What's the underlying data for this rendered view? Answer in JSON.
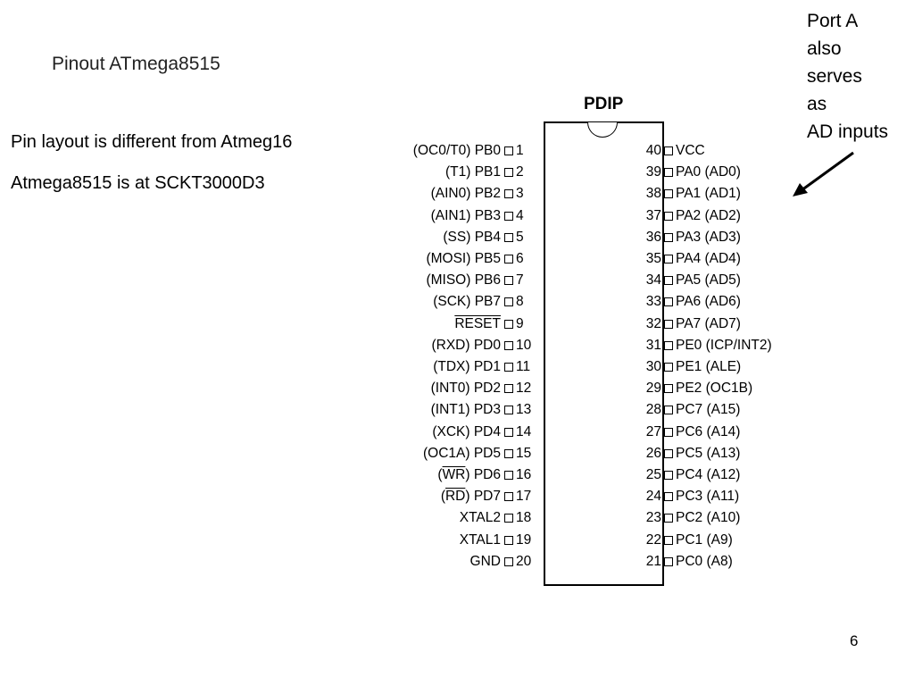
{
  "title": "Pinout ATmega8515",
  "body_lines": [
    "Pin layout is different from Atmeg16",
    "Atmega8515 is at  SCKT3000D3"
  ],
  "annotation_lines": [
    "Port A",
    "also",
    "serves",
    "as",
    "AD inputs"
  ],
  "package": "PDIP",
  "left_pins": [
    {
      "num": "1",
      "name": "(OC0/T0) PB0"
    },
    {
      "num": "2",
      "name": "(T1) PB1"
    },
    {
      "num": "3",
      "name": "(AIN0) PB2"
    },
    {
      "num": "4",
      "name": "(AIN1) PB3"
    },
    {
      "num": "5",
      "name": "(SS) PB4"
    },
    {
      "num": "6",
      "name": "(MOSI) PB5"
    },
    {
      "num": "7",
      "name": "(MISO) PB6"
    },
    {
      "num": "8",
      "name": "(SCK) PB7"
    },
    {
      "num": "9",
      "name": "RESET"
    },
    {
      "num": "10",
      "name": "(RXD) PD0"
    },
    {
      "num": "11",
      "name": "(TDX) PD1"
    },
    {
      "num": "12",
      "name": "(INT0) PD2"
    },
    {
      "num": "13",
      "name": "(INT1) PD3"
    },
    {
      "num": "14",
      "name": "(XCK) PD4"
    },
    {
      "num": "15",
      "name": "(OC1A) PD5"
    },
    {
      "num": "16",
      "name": "(WR) PD6"
    },
    {
      "num": "17",
      "name": "(RD) PD7"
    },
    {
      "num": "18",
      "name": "XTAL2"
    },
    {
      "num": "19",
      "name": "XTAL1"
    },
    {
      "num": "20",
      "name": "GND"
    }
  ],
  "right_pins": [
    {
      "num": "40",
      "name": "VCC"
    },
    {
      "num": "39",
      "name": "PA0 (AD0)"
    },
    {
      "num": "38",
      "name": "PA1 (AD1)"
    },
    {
      "num": "37",
      "name": "PA2 (AD2)"
    },
    {
      "num": "36",
      "name": "PA3 (AD3)"
    },
    {
      "num": "35",
      "name": "PA4 (AD4)"
    },
    {
      "num": "34",
      "name": "PA5 (AD5)"
    },
    {
      "num": "33",
      "name": "PA6 (AD6)"
    },
    {
      "num": "32",
      "name": "PA7 (AD7)"
    },
    {
      "num": "31",
      "name": "PE0 (ICP/INT2)"
    },
    {
      "num": "30",
      "name": "PE1 (ALE)"
    },
    {
      "num": "29",
      "name": "PE2 (OC1B)"
    },
    {
      "num": "28",
      "name": "PC7 (A15)"
    },
    {
      "num": "27",
      "name": "PC6 (A14)"
    },
    {
      "num": "26",
      "name": "PC5 (A13)"
    },
    {
      "num": "25",
      "name": "PC4 (A12)"
    },
    {
      "num": "24",
      "name": "PC3 (A11)"
    },
    {
      "num": "23",
      "name": "PC2 (A10)"
    },
    {
      "num": "22",
      "name": "PC1 (A9)"
    },
    {
      "num": "21",
      "name": "PC0 (A8)"
    }
  ],
  "page_number": "6"
}
